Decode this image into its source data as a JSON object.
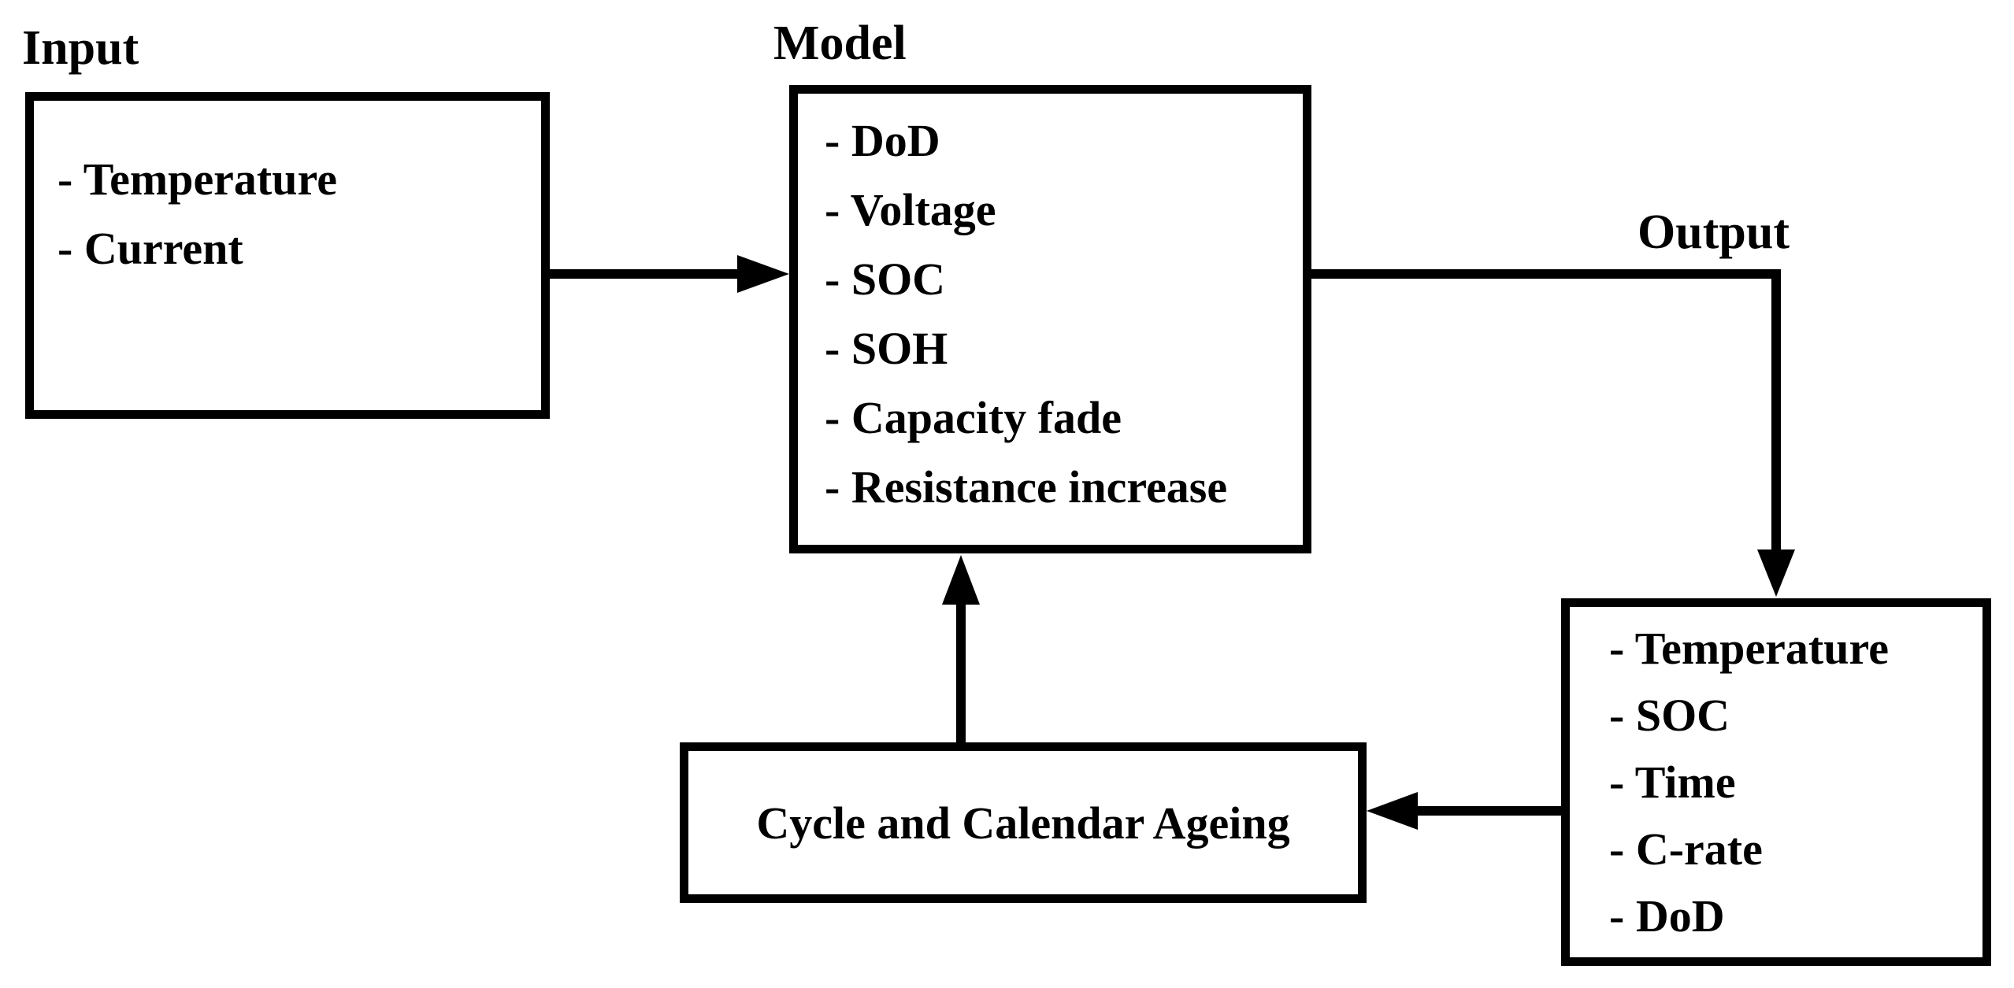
{
  "page": {
    "background": "#ffffff",
    "ink": "#000000"
  },
  "diagram": {
    "input": {
      "label": "Input",
      "items": [
        "- Temperature",
        "- Current"
      ]
    },
    "model": {
      "label": "Model",
      "items": [
        "- DoD",
        "- Voltage",
        "- SOC",
        "- SOH",
        "- Capacity fade",
        "- Resistance increase"
      ]
    },
    "output": {
      "label": "Output",
      "items": [
        "- Temperature",
        "- SOC",
        "- Time",
        "- C-rate",
        "- DoD"
      ]
    },
    "ageing": {
      "label": "Cycle and Calendar Ageing"
    }
  }
}
